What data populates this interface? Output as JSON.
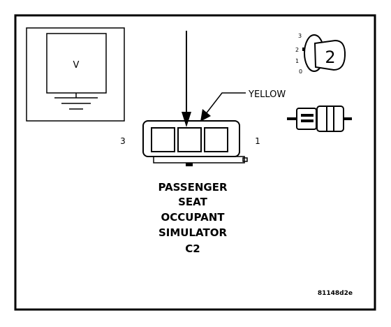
{
  "meter": {
    "label": "V"
  },
  "connector": {
    "wire_color": "YELLOW",
    "pin_left": "3",
    "pin_right": "1",
    "title_lines": [
      "PASSENGER",
      "SEAT",
      "OCCUPANT",
      "SIMULATOR",
      "C2"
    ]
  },
  "inset": {
    "tag_label": "2",
    "scale_labels": [
      "3",
      "2",
      "1",
      "0"
    ]
  },
  "figure_id": "81148d2e"
}
